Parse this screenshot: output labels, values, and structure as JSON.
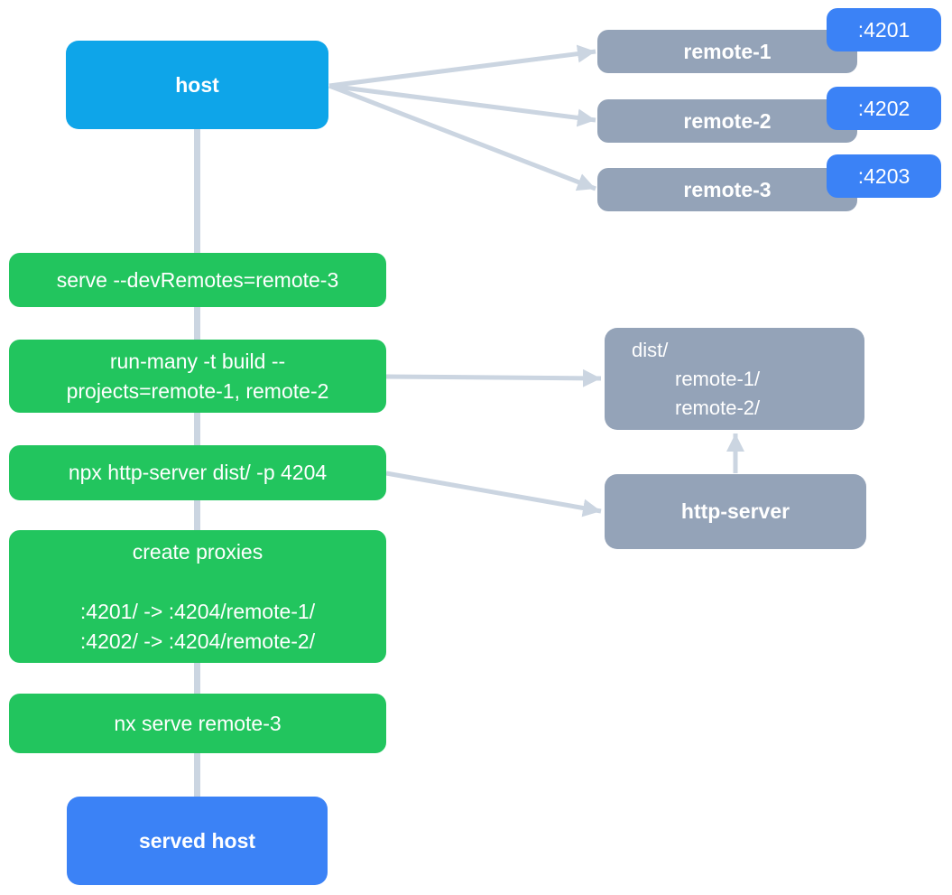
{
  "colors": {
    "background": "#ffffff",
    "host_blue": "#0ea5e9",
    "accent_blue": "#3b82f6",
    "step_green": "#22c55e",
    "node_gray": "#94a3b8",
    "line_gray": "#cbd5e1",
    "text": "#ffffff"
  },
  "host": {
    "label": "host"
  },
  "served_host": {
    "label": "served host"
  },
  "remotes": [
    {
      "label": "remote-1",
      "port": ":4201"
    },
    {
      "label": "remote-2",
      "port": ":4202"
    },
    {
      "label": "remote-3",
      "port": ":4203"
    }
  ],
  "steps": [
    {
      "lines": [
        "serve --devRemotes=remote-3"
      ]
    },
    {
      "lines": [
        "run-many -t build --",
        "projects=remote-1, remote-2"
      ]
    },
    {
      "lines": [
        "npx http-server dist/ -p 4204"
      ]
    },
    {
      "lines": [
        "create proxies",
        "",
        ":4201/ -> :4204/remote-1/",
        ":4202/ -> :4204/remote-2/"
      ]
    },
    {
      "lines": [
        "nx serve remote-3"
      ]
    }
  ],
  "dist_box": {
    "lines": [
      "dist/",
      "remote-1/",
      "remote-2/"
    ]
  },
  "http_server": {
    "label": "http-server"
  }
}
